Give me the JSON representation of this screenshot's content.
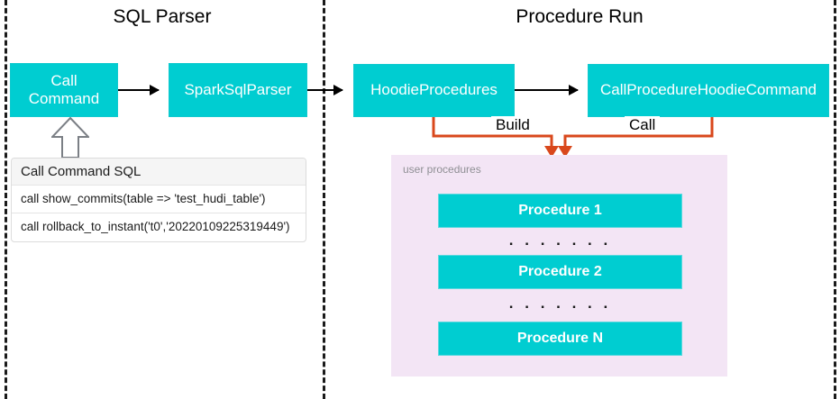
{
  "diagram": {
    "sections": {
      "left_title": "SQL Parser",
      "right_title": "Procedure Run"
    },
    "nodes": {
      "call_command": "Call\nCommand",
      "call_command_line1": "Call",
      "call_command_line2": "Command",
      "spark_sql_parser": "SparkSqlParser",
      "hoodie_procedures": "HoodieProcedures",
      "call_procedure_hoodie_command": "CallProcedureHoodieCommand"
    },
    "edge_labels": {
      "build": "Build",
      "call": "Call"
    },
    "sql_table": {
      "header": "Call Command SQL",
      "rows": [
        "call show_commits(table => 'test_hudi_table')",
        "call rollback_to_instant('t0','20220109225319449')"
      ]
    },
    "user_procedures": {
      "label": "user procedures",
      "items": [
        "Procedure 1",
        "Procedure 2",
        "Procedure N"
      ],
      "ellipsis": ". . . . . . ."
    },
    "colors": {
      "node_fill": "#00cdd1",
      "node_text": "#ffffff",
      "panel_fill": "#f3e5f5",
      "connector": "#d9481c",
      "separator": "#1a1a1a",
      "table_header_fill": "#f5f5f5"
    }
  }
}
